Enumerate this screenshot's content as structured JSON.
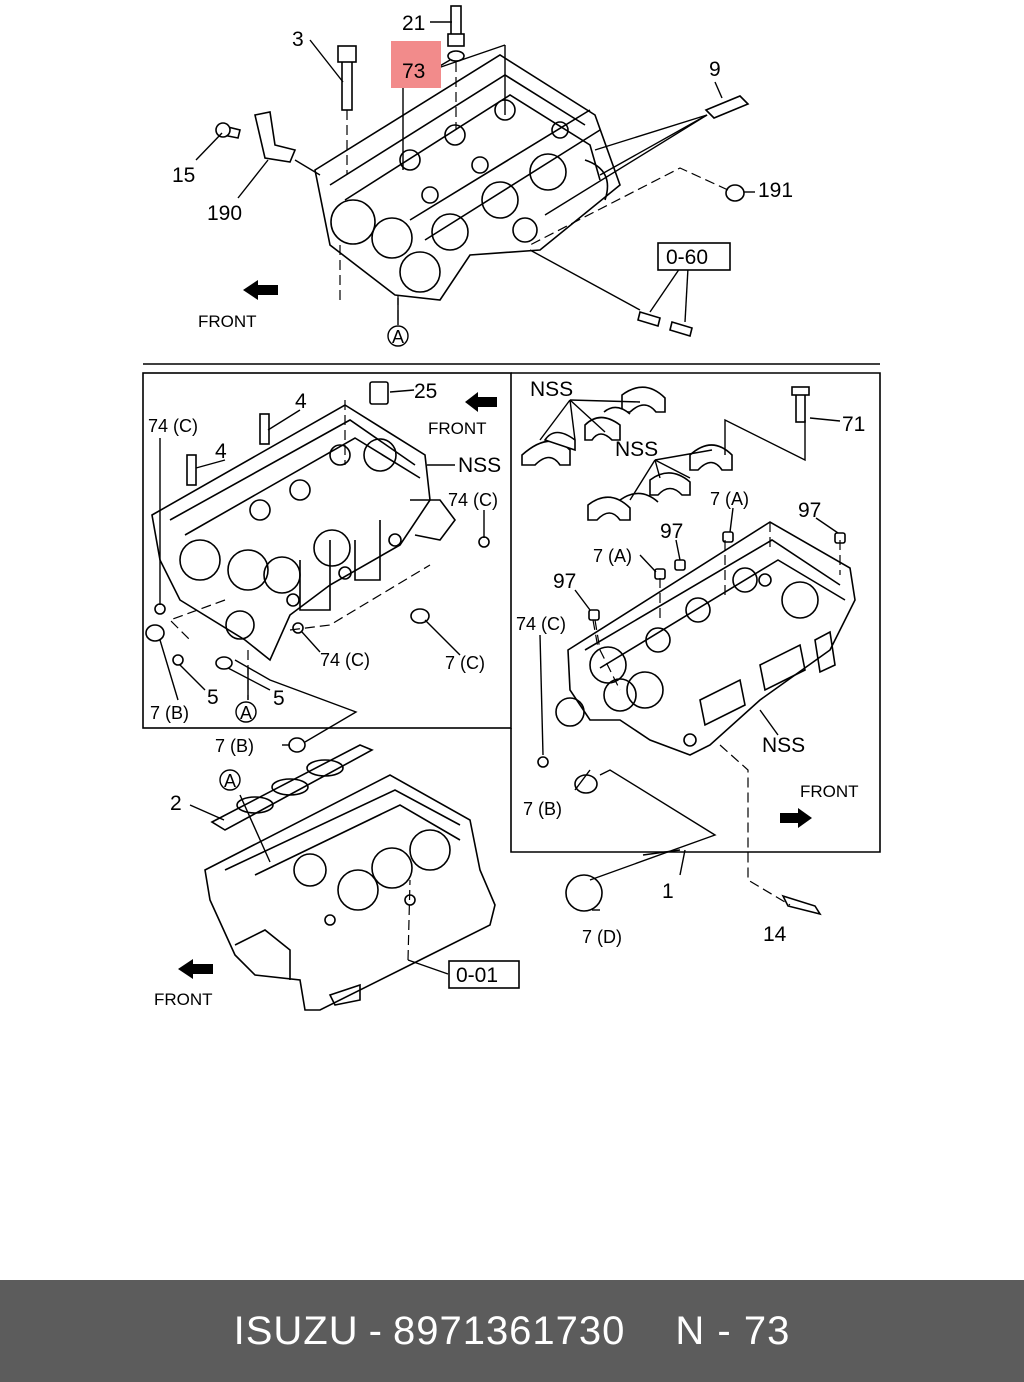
{
  "callouts": {
    "c21": "21",
    "c73": "73",
    "c3": "3",
    "c9": "9",
    "c15": "15",
    "c190": "190",
    "c191": "191",
    "c060": "0-60",
    "cA_top": "A",
    "c25": "25",
    "c4a": "4",
    "c4b": "4",
    "c74c_1": "74 (C)",
    "nss_1": "NSS",
    "c74c_2": "74 (C)",
    "c74c_3": "74 (C)",
    "c7c": "7 (C)",
    "c7b_1": "7 (B)",
    "c5a": "5",
    "c5b": "5",
    "cA_mid": "A",
    "c7b_2": "7 (B)",
    "nss_2": "NSS",
    "nss_3": "NSS",
    "c71": "71",
    "c7a_1": "7 (A)",
    "c97_1": "97",
    "c97_2": "97",
    "c7a_2": "7 (A)",
    "c97_3": "97",
    "c74c_4": "74 (C)",
    "nss_4": "NSS",
    "c7b_3": "7 (B)",
    "c1": "1",
    "c7d": "7 (D)",
    "c14": "14",
    "cA_low": "A",
    "c2": "2",
    "c001": "0-01"
  },
  "front_labels": {
    "f1": "FRONT",
    "f2": "FRONT",
    "f3": "FRONT",
    "f4": "FRONT"
  },
  "highlight": {
    "part": "73",
    "color": "#f28b8b"
  },
  "footer": {
    "brand": "ISUZU",
    "separator": "-",
    "part_number": "8971361730",
    "page": "N - 73",
    "background": "#5c5c5c"
  }
}
